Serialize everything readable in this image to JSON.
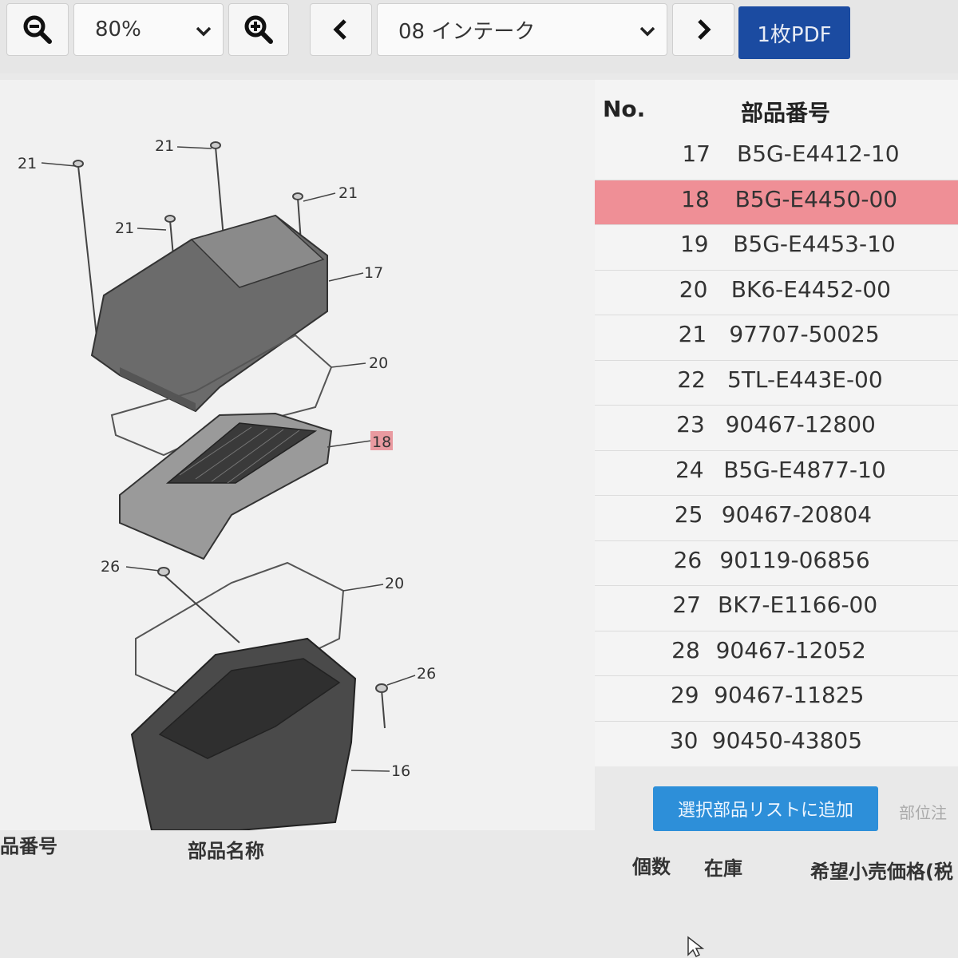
{
  "toolbar": {
    "zoom_value": "80%",
    "section_value": "08 インテーク",
    "pdf_label": "1枚PDF"
  },
  "list": {
    "header_no": "No.",
    "header_part": "部品番号",
    "selected_no": "18",
    "rows": [
      {
        "no": "17",
        "part": "B5G-E4412-10"
      },
      {
        "no": "18",
        "part": "B5G-E4450-00"
      },
      {
        "no": "19",
        "part": "B5G-E4453-10"
      },
      {
        "no": "20",
        "part": "BK6-E4452-00"
      },
      {
        "no": "21",
        "part": "97707-50025"
      },
      {
        "no": "22",
        "part": "5TL-E443E-00"
      },
      {
        "no": "23",
        "part": "90467-12800"
      },
      {
        "no": "24",
        "part": "B5G-E4877-10"
      },
      {
        "no": "25",
        "part": "90467-20804"
      },
      {
        "no": "26",
        "part": "90119-06856"
      },
      {
        "no": "27",
        "part": "BK7-E1166-00"
      },
      {
        "no": "28",
        "part": "90467-12052"
      },
      {
        "no": "29",
        "part": "90467-11825"
      },
      {
        "no": "30",
        "part": "90450-43805"
      }
    ]
  },
  "actions": {
    "add_label": "選択部品リストに追加",
    "faded_label": "部位注"
  },
  "diagram": {
    "callouts": [
      "21",
      "21",
      "21",
      "21",
      "17",
      "20",
      "18",
      "26",
      "20",
      "26",
      "16"
    ]
  },
  "footer": {
    "part_number": "品番号",
    "part_name": "部品名称",
    "qty": "個数",
    "stock": "在庫",
    "price": "希望小売価格(税"
  },
  "colors": {
    "selected_row": "#ef8f96",
    "pdf_button": "#1b4ba1",
    "add_button": "#2d8fd9"
  }
}
